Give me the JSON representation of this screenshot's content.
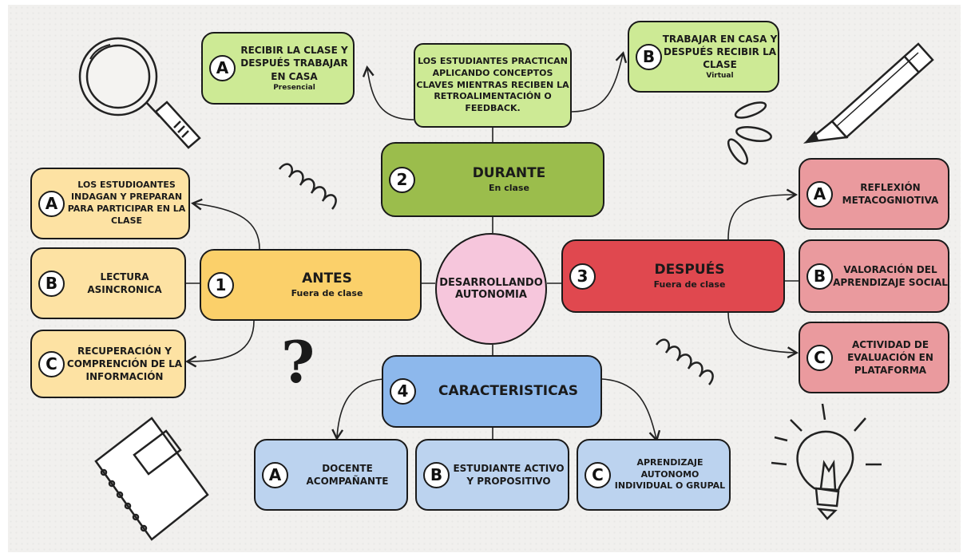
{
  "colors": {
    "lime": "#cdea95",
    "green": "#9bbd4c",
    "yellow": "#fbd06a",
    "light_yellow": "#fde2a3",
    "red": "#e0484f",
    "pink": "#ea9a9e",
    "blue": "#8db8ec",
    "light_blue": "#bcd3ef",
    "center_pink": "#f6c6dc"
  },
  "center": {
    "label": "DESARROLLANDO AUTONOMIA"
  },
  "durante": {
    "number": "2",
    "title": "DURANTE",
    "subtitle": "En clase",
    "description": "LOS ESTUDIANTES PRACTICAN APLICANDO CONCEPTOS CLAVES MIENTRAS RECIBEN LA RETROALIMENTACIÓN O FEEDBACK.",
    "options": [
      {
        "letter": "A",
        "title": "RECIBIR LA CLASE Y DESPUÉS TRABAJAR EN CASA",
        "subtitle": "Presencial"
      },
      {
        "letter": "B",
        "title": "TRABAJAR EN CASA Y DESPUÉS RECIBIR LA CLASE",
        "subtitle": "Virtual"
      }
    ]
  },
  "antes": {
    "number": "1",
    "title": "ANTES",
    "subtitle": "Fuera de clase",
    "items": [
      {
        "letter": "A",
        "text": "LOS ESTUDIOANTES INDAGAN Y PREPARAN PARA PARTICIPAR EN LA CLASE"
      },
      {
        "letter": "B",
        "text": "LECTURA ASINCRONICA"
      },
      {
        "letter": "C",
        "text": "RECUPERACIÓN Y COMPRENCIÓN DE LA INFORMACIÓN"
      }
    ]
  },
  "despues": {
    "number": "3",
    "title": "DESPUÉS",
    "subtitle": "Fuera de clase",
    "items": [
      {
        "letter": "A",
        "text": "REFLEXIÓN METACOGNIOTIVA"
      },
      {
        "letter": "B",
        "text": "VALORACIÓN DEL APRENDIZAJE SOCIAL"
      },
      {
        "letter": "C",
        "text": "ACTIVIDAD DE EVALUACIÓN EN PLATAFORMA"
      }
    ]
  },
  "caracteristicas": {
    "number": "4",
    "title": "CARACTERISTICAS",
    "items": [
      {
        "letter": "A",
        "text": "DOCENTE ACOMPAÑANTE"
      },
      {
        "letter": "B",
        "text": "ESTUDIANTE ACTIVO Y PROPOSITIVO"
      },
      {
        "letter": "C",
        "text": "APRENDIZAJE AUTONOMO INDIVIDUAL O GRUPAL"
      }
    ]
  },
  "decorations": {
    "question_mark": "?",
    "icons": [
      "magnifying-glass-icon",
      "pencil-icon",
      "notebook-icon",
      "lightbulb-icon",
      "spring-doodle-icon",
      "drops-doodle-icon"
    ]
  }
}
